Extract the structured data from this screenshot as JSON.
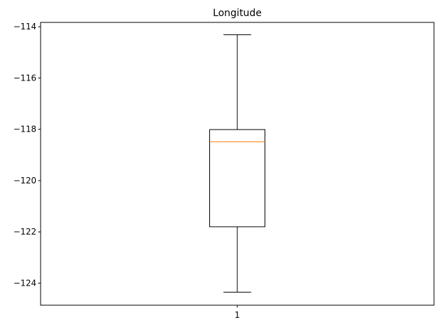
{
  "chart_data": {
    "type": "boxplot",
    "title": "Longitude",
    "xlabel": "",
    "ylabel": "",
    "categories": [
      "1"
    ],
    "ylim": [
      -124.86,
      -113.83
    ],
    "yticks": [
      -114,
      -116,
      -118,
      -120,
      -122,
      -124
    ],
    "ytick_labels": [
      "−114",
      "−116",
      "−118",
      "−120",
      "−122",
      "−124"
    ],
    "grid": false,
    "boxes": [
      {
        "category": "1",
        "whisker_high": -114.31,
        "q3": -118.01,
        "median": -118.49,
        "q1": -121.8,
        "whisker_low": -124.35
      }
    ],
    "colors": {
      "box": "#000000",
      "median": "#ff7f0e",
      "axes": "#000000"
    }
  }
}
